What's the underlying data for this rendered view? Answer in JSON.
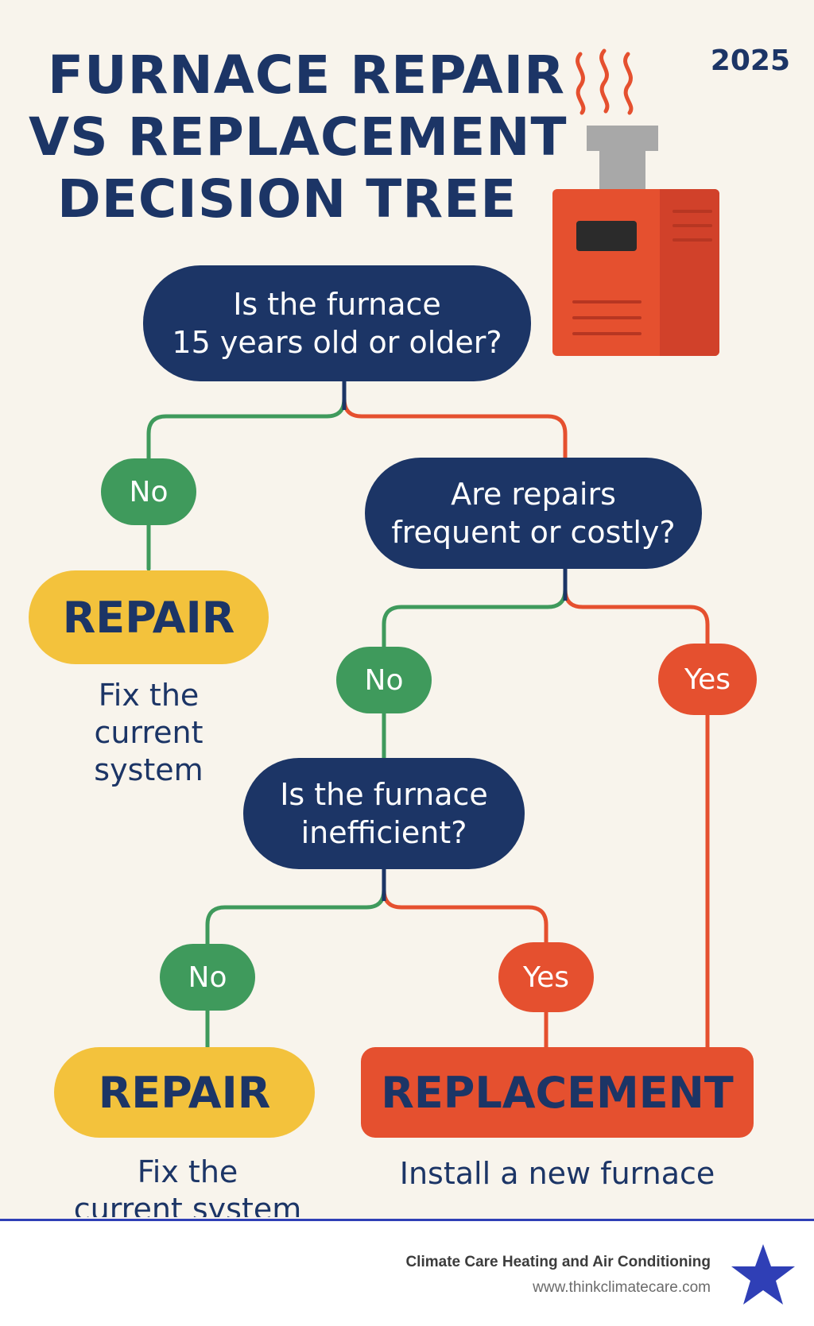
{
  "header": {
    "title_lines": [
      "FURNACE REPAIR",
      "VS REPLACEMENT",
      "DECISION TREE"
    ],
    "year": "2025"
  },
  "illustration": {
    "icon": "furnace-icon",
    "colors": {
      "body": "#e5502f",
      "body_dark": "#d1412a",
      "flue": "#a8a8a8",
      "heat": "#e5502f"
    }
  },
  "tree": {
    "q1": "Is the furnace\n15 years old or older?",
    "q1_no": "No",
    "q2": "Are repairs\nfrequent or costly?",
    "q2_no": "No",
    "q2_yes": "Yes",
    "q3": "Is the furnace\ninefficient?",
    "q3_no": "No",
    "q3_yes": "Yes",
    "outcome_repair_1": "REPAIR",
    "outcome_repair_1_desc": "Fix the\ncurrent\nsystem",
    "outcome_repair_2": "REPAIR",
    "outcome_repair_2_desc": "Fix the\ncurrent system",
    "outcome_replace": "REPLACEMENT",
    "outcome_replace_desc": "Install a new furnace"
  },
  "colors": {
    "navy": "#1c3566",
    "green": "#3f9a5c",
    "orange_red": "#e5502f",
    "yellow": "#f3c23c",
    "background": "#f8f4ec",
    "footer_rule": "#2f3fb6"
  },
  "footer": {
    "company": "Climate Care Heating and Air Conditioning",
    "url": "www.thinkclimatecare.com",
    "logo_icon": "star-icon"
  }
}
